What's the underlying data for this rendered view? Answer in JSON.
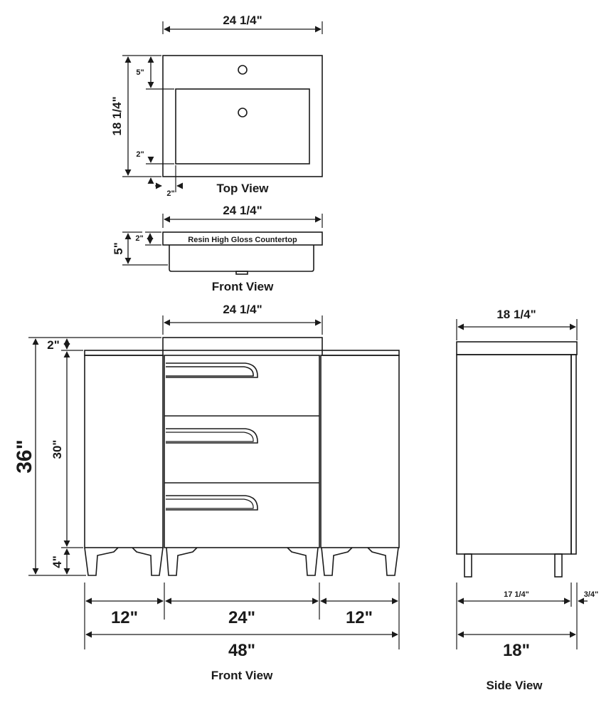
{
  "top_view": {
    "width": "24 1/4\"",
    "depth": "18 1/4\"",
    "faucet_offset": "5\"",
    "basin_back_margin": "2\"",
    "basin_side_margin": "2\"",
    "caption": "Top View"
  },
  "counter_front_view": {
    "width": "24 1/4\"",
    "top_thickness": "2\"",
    "total_height": "5\"",
    "label": "Resin High Gloss Countertop",
    "caption": "Front View"
  },
  "front_view": {
    "top_width": "24 1/4\"",
    "overall_height": "36\"",
    "counter_height": "2\"",
    "cabinet_height": "30\"",
    "leg_height": "4\"",
    "left_width": "12\"",
    "center_width": "24\"",
    "right_width": "12\"",
    "overall_width": "48\"",
    "caption": "Front View"
  },
  "side_view": {
    "top_depth": "18 1/4\"",
    "cabinet_depth": "17 1/4\"",
    "door_thickness": "3/4\"",
    "overall_depth": "18\"",
    "caption": "Side View"
  }
}
